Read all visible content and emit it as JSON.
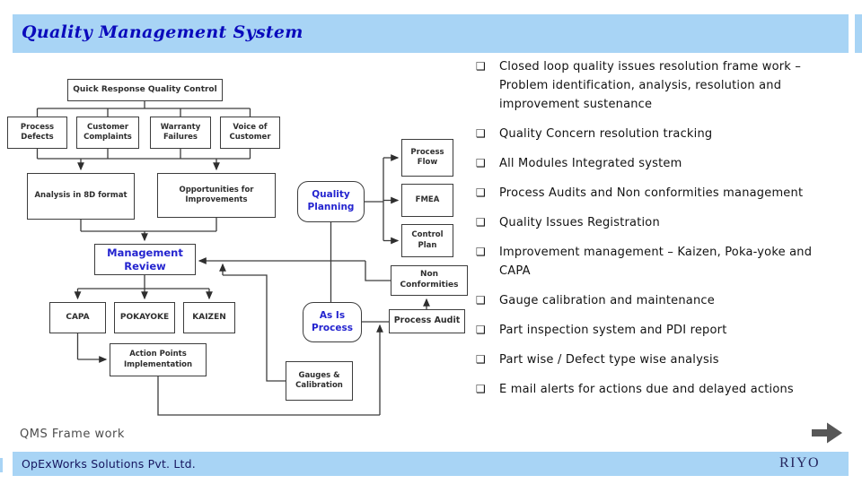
{
  "header": {
    "title": "Quality Management System"
  },
  "bullets": {
    "glyph": "❑",
    "items": [
      "Closed loop quality issues resolution frame work – Problem identification, analysis, resolution and improvement sustenance",
      "Quality Concern resolution tracking",
      "All Modules Integrated system",
      "Process Audits and Non conformities management",
      "Quality Issues Registration",
      "Improvement management  – Kaizen, Poka-yoke and CAPA",
      "Gauge calibration and maintenance",
      "Part inspection system and PDI report",
      "Part wise / Defect type wise analysis",
      "E mail alerts for actions due and delayed actions"
    ]
  },
  "diagram": {
    "caption": "QMS Frame work",
    "nodes": {
      "qrqc": "Quick Response Quality Control",
      "process_defects": "Process Defects",
      "customer_complaints": "Customer Complaints",
      "warranty_failures": "Warranty Failures",
      "voice_of_customer": "Voice of Customer",
      "analysis_8d": "Analysis in 8D format",
      "opportunities": "Opportunities for Improvements",
      "quality_planning": "Quality Planning",
      "process_flow": "Process Flow",
      "fmea": "FMEA",
      "control_plan": "Control Plan",
      "management_review": "Management Review",
      "non_conformities": "Non Conformities",
      "capa": "CAPA",
      "pokayoke": "POKAYOKE",
      "kaizen": "KAIZEN",
      "as_is_process": "As Is Process",
      "process_audit": "Process Audit",
      "action_points": "Action Points Implementation",
      "gauges_calibration": "Gauges & Calibration"
    }
  },
  "footer": {
    "company": "OpExWorks Solutions Pvt. Ltd.",
    "brand": "RIYO"
  },
  "icons": {
    "next_arrow": "right-arrow"
  },
  "colors": {
    "bar": "#a8d4f5",
    "title_text": "#0a0abc",
    "node_blue_text": "#2424cf",
    "node_border": "#3c3c3c",
    "arrow_icon": "#575757"
  }
}
